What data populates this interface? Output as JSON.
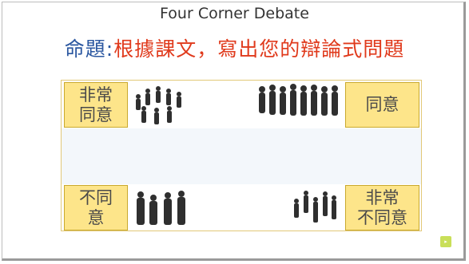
{
  "slide": {
    "title": "Four Corner Debate",
    "prompt_lead": "命題:",
    "prompt_body": "根據課文，寫出您的辯論式問題"
  },
  "corners": {
    "top_left": [
      "非常",
      "同意"
    ],
    "top_right": [
      "同意"
    ],
    "bottom_left": [
      "不同",
      "意"
    ],
    "bottom_right": [
      "非常",
      "不同意"
    ]
  },
  "colors": {
    "title": "#333333",
    "prompt_lead": "#2b57a0",
    "prompt_body": "#e03a1c",
    "corner_fill": "#fde58a",
    "silhouette": "#2f2f2f"
  },
  "icons": {
    "people": "people-silhouette-icon",
    "nav": "slide-nav-icon"
  }
}
